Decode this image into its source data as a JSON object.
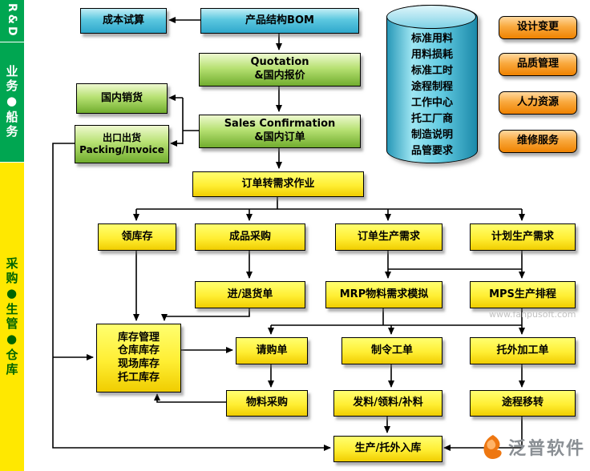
{
  "sidebar": {
    "rd": "R&D",
    "business": "业务●船务",
    "purchasing": "采购●生管●仓库"
  },
  "top": {
    "cost_estimate": "成本试算",
    "product_bom": "产品结构BOM"
  },
  "cylinder_text": "标准用料\n用料损耗\n标准工时\n途程制程\n工作中心\n托工厂商\n制造说明\n品管要求",
  "right_menu": {
    "design_change": "设计变更",
    "quality": "品质管理",
    "hr": "人力资源",
    "maintenance": "维修服务"
  },
  "nodes": {
    "quotation": "Quotation\n&国内报价",
    "domestic_sales": "国内销货",
    "export_shipping": "出口出货\nPacking/Invoice",
    "sales_confirmation": "Sales Confirmation\n&国内订单",
    "order_to_demand": "订单转需求作业",
    "pick_inventory": "领库存",
    "fg_purchase": "成品采购",
    "order_prod_demand": "订单生产需求",
    "planned_prod_demand": "计划生产需求",
    "receipt_return": "进/退货单",
    "mrp": "MRP物料需求模拟",
    "mps": "MPS生产排程",
    "inventory": "库存管理\n仓库库存\n现场库存\n托工库存",
    "purchase_req": "请购单",
    "work_order": "制令工单",
    "outsourcing_order": "托外加工单",
    "material_purchase": "物料采购",
    "material_issue": "发料/领料/补料",
    "route_transfer": "途程移转",
    "production_receipt": "生产/托外入库"
  },
  "footer": {
    "watermark": "www.fanpusoft.com",
    "logo": "泛普软件"
  },
  "colors": {
    "band_green": "#00a651",
    "band_yellow": "#ffe800",
    "node_cyan": "#3fb8d8",
    "node_green": "#8cc63f",
    "node_yellow": "#ffee33",
    "button_orange": "#f59a23"
  }
}
